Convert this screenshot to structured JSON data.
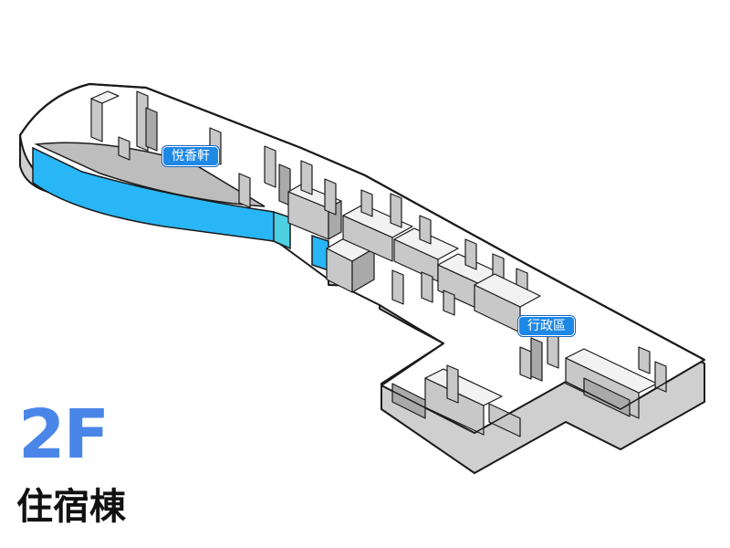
{
  "map": {
    "floor": "2F",
    "building": "住宿棟",
    "areas": [
      {
        "label": "悅香軒"
      },
      {
        "label": "行政區"
      }
    ]
  },
  "colors": {
    "accent": "#4a86e8",
    "label_bg": "#1e88e5",
    "window_glass": "#29b6f6",
    "window_glass_light": "#4dd0e1",
    "floor": "#ffffff",
    "wall_top": "#f2f2f2",
    "wall_side": "#c8c8c8",
    "wall_dark": "#a9a9a9",
    "outline": "#1a1a1a"
  }
}
